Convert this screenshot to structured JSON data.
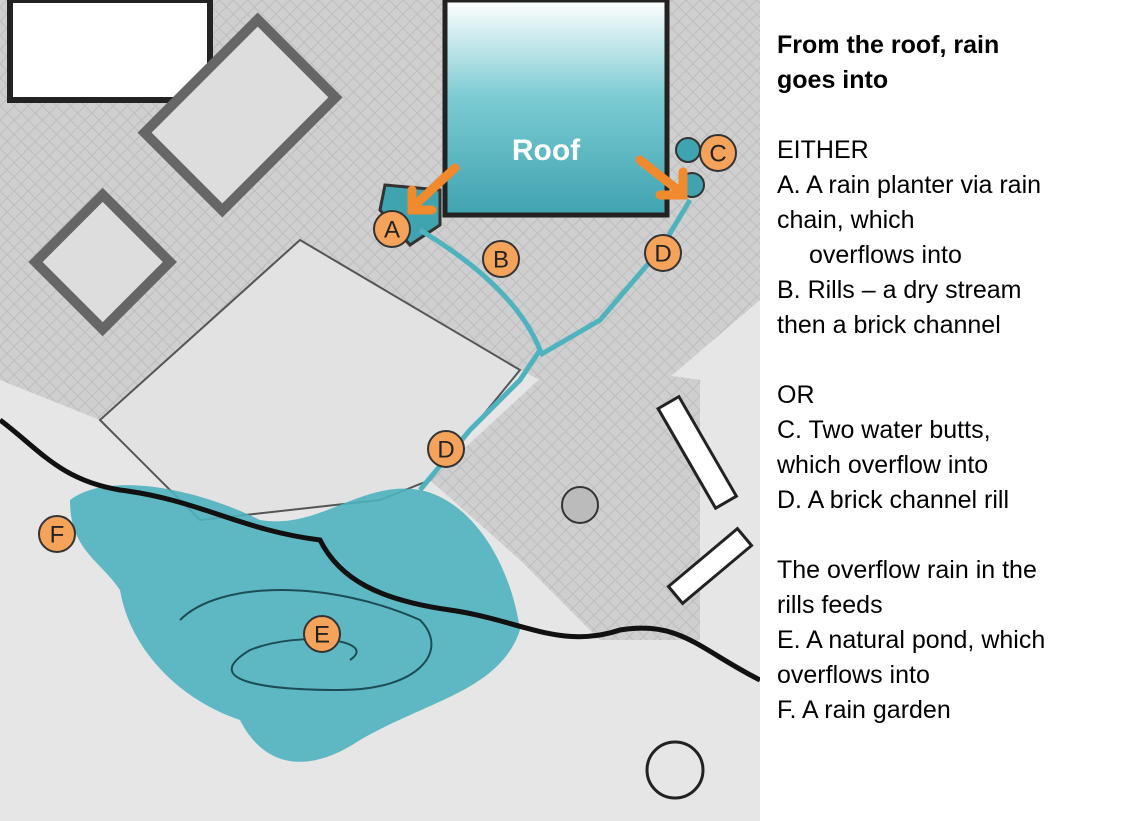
{
  "map": {
    "roof_label": "Roof",
    "markers": [
      "A",
      "B",
      "C",
      "D",
      "D",
      "E",
      "F"
    ],
    "colors": {
      "water": "#4fb3bf",
      "marker": "#f5a25a",
      "arrow": "#f08a2c",
      "ground": "#e4e4e4",
      "paving": "#c9c9c9"
    }
  },
  "panel": {
    "title_line1": "From the roof, rain",
    "title_line2": "goes into",
    "either": "EITHER",
    "a_line1": "A. A rain planter via rain",
    "a_line2": "chain, which",
    "a_line3": "overflows into",
    "b_line1": "B. Rills – a dry stream",
    "b_line2": "then a brick channel",
    "or": "OR",
    "c_line1": "C. Two water butts,",
    "c_line2": "which overflow into",
    "d_line1": "D. A brick channel rill",
    "overflow_line1": "The overflow rain in the",
    "overflow_line2": "rills feeds",
    "e_line1": "E. A natural pond, which",
    "e_line2": "overflows into",
    "f_line1": "F. A rain garden"
  }
}
